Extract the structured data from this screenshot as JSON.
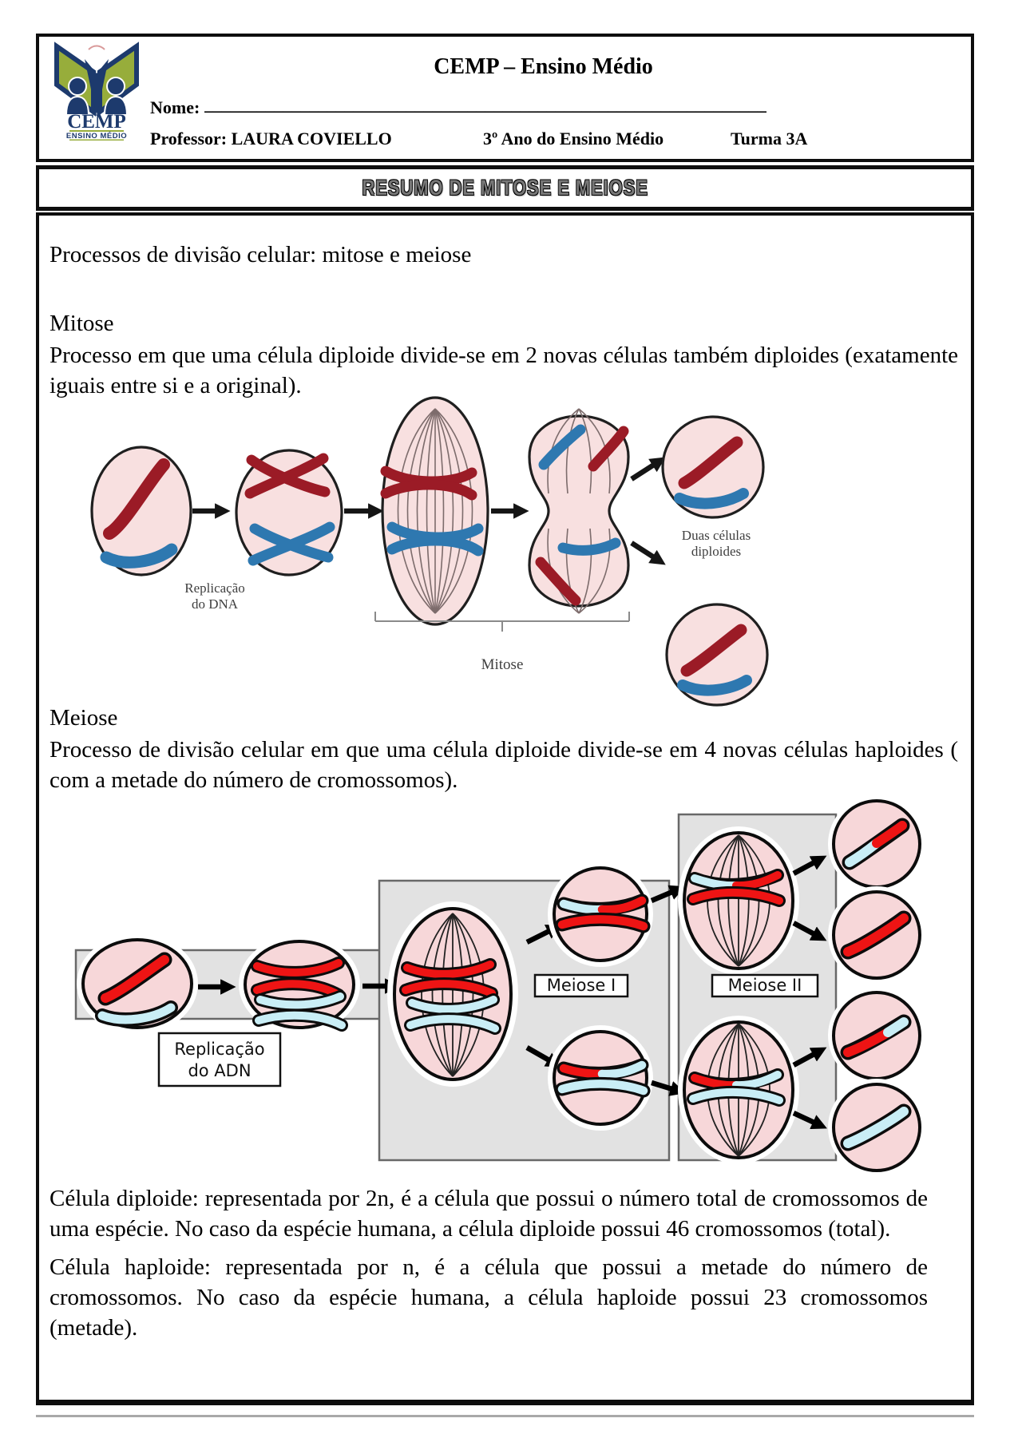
{
  "header": {
    "logo": {
      "line1": "CEMP",
      "line2": "ENSINO MÉDIO"
    },
    "title": "CEMP – Ensino Médio",
    "nome_label": "Nome:",
    "nome_line": "________________________________________________________________",
    "professor": "Professor: LAURA COVIELLO",
    "ano": "3º Ano do Ensino Médio",
    "turma": "Turma 3A"
  },
  "banner": {
    "title": "RESUMO DE MITOSE E MEIOSE"
  },
  "intro": "Processos de divisão celular: mitose e meiose",
  "mitose": {
    "heading": "Mitose",
    "description": "Processo em que uma célula diploide divide-se em 2 novas células também diploides (exatamente iguais entre si e a original).",
    "diagram": {
      "replication_line1": "Replicação",
      "replication_line2": "do DNA",
      "bracket_label": "Mitose",
      "result_line1": "Duas células",
      "result_line2": "diploides"
    }
  },
  "meiose": {
    "heading": "Meiose",
    "description": "Processo de divisão celular em que uma célula diploide divide-se em 4 novas células haploides ( com a metade do número de cromossomos).",
    "diagram": {
      "replication_line1": "Replicação",
      "replication_line2": "do ADN",
      "meiose1_label": "Meiose I",
      "meiose2_label": "Meiose II"
    }
  },
  "definitions": {
    "diploide": "Célula diploide: representada por 2n, é a célula que possui o número total de cromossomos de uma espécie. No caso da espécie humana, a célula diploide possui 46 cromossomos (total).",
    "haploide": "Célula haploide: representada por n, é a célula que possui a metade do número de cromossomos. No caso da espécie humana, a célula haploide possui 23 cromossomos (metade)."
  },
  "colors": {
    "navy": "#1d3a6d",
    "logo_green": "#97ad3b",
    "mitosis_red": "#9b1b26",
    "mitosis_blue": "#2e78b0",
    "meiosis_red": "#ee1414",
    "meiosis_cyan": "#c9eef6",
    "cell_pink": "#f8dcdc",
    "panel_gray": "#e2e2e2"
  }
}
